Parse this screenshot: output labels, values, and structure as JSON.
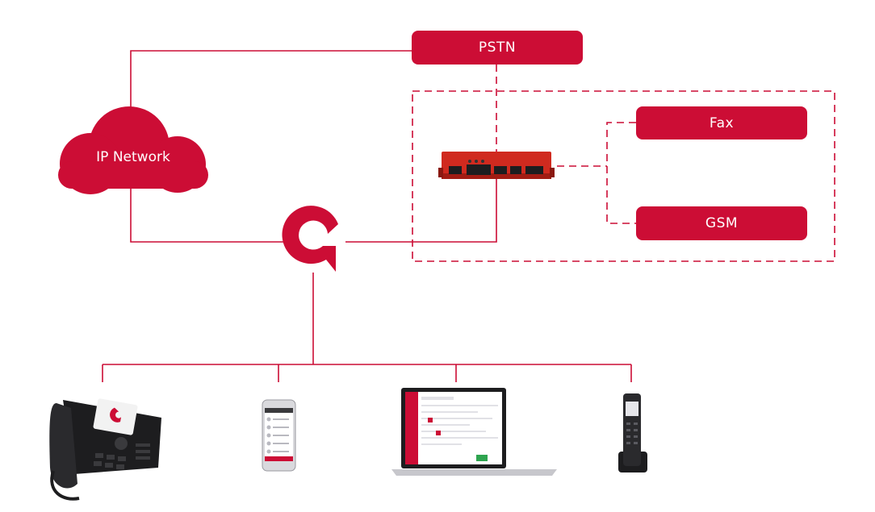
{
  "colors": {
    "accent": "#cc0d35",
    "device_dark": "#1d1d1f",
    "device_screen": "#f2f2f2"
  },
  "nodes": {
    "pstn": "PSTN",
    "ip_network": "IP Network",
    "fax": "Fax",
    "gsm": "GSM"
  },
  "icons": {
    "hub": "c-logo-icon",
    "gateway": "gateway-device-icon",
    "desk_phone": "desk-phone-icon",
    "smartphone": "smartphone-icon",
    "laptop": "laptop-icon",
    "dect_handset": "dect-handset-icon"
  }
}
